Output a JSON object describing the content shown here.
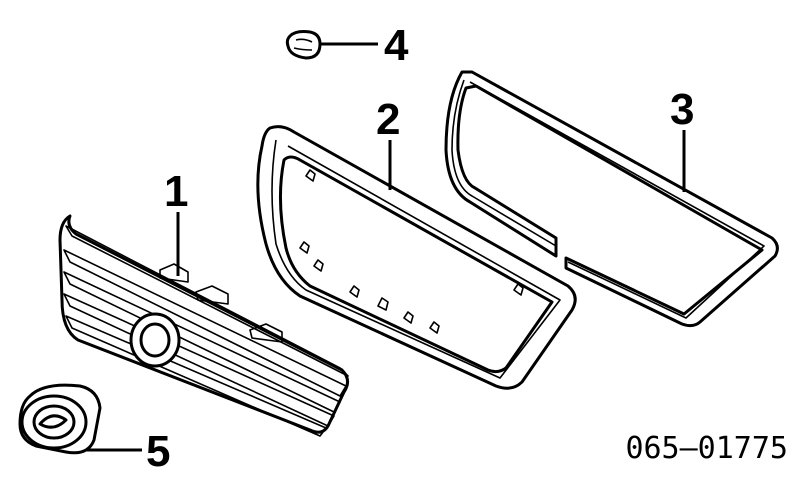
{
  "diagram": {
    "callouts": [
      {
        "id": "1",
        "label": "1"
      },
      {
        "id": "2",
        "label": "2"
      },
      {
        "id": "3",
        "label": "3"
      },
      {
        "id": "4",
        "label": "4"
      },
      {
        "id": "5",
        "label": "5"
      }
    ],
    "diagram_code": "065–01775"
  },
  "colors": {
    "line": "#000000",
    "background": "#ffffff"
  }
}
